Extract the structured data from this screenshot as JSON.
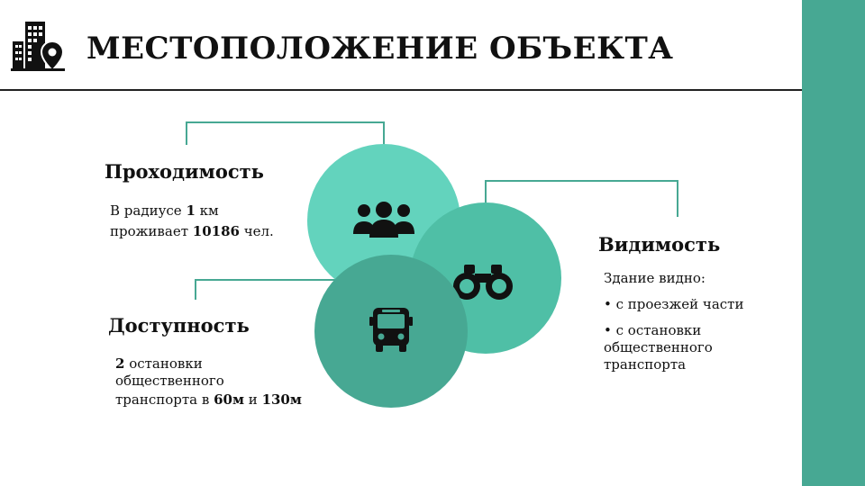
{
  "header": {
    "title": "МЕСТОПОЛОЖЕНИЕ ОБЪЕКТА",
    "logo_icon": "building-location-icon"
  },
  "colors": {
    "accent_dark": "#47a893",
    "accent_mid": "#4fbfa6",
    "accent_light": "#63d3bd"
  },
  "sections": {
    "traffic": {
      "heading": "Проходимость",
      "line1_prefix": "В радиусе ",
      "line1_value": "1",
      "line1_suffix": " км",
      "line2_prefix": "проживает ",
      "line2_value": "10186",
      "line2_suffix": " чел.",
      "icon": "people-icon"
    },
    "visibility": {
      "heading": "Видимость",
      "intro": "Здание видно:",
      "bullets": [
        "• с проезжей части",
        "• с остановки общественного транспорта"
      ],
      "icon": "binoculars-icon"
    },
    "access": {
      "heading": "Доступность",
      "line1_value": "2",
      "line1_suffix": " остановки",
      "line2": "общественного",
      "line3_prefix": "транспорта в ",
      "line3_value1": "60м",
      "line3_mid": " и ",
      "line3_value2": "130м",
      "icon": "bus-icon"
    }
  }
}
